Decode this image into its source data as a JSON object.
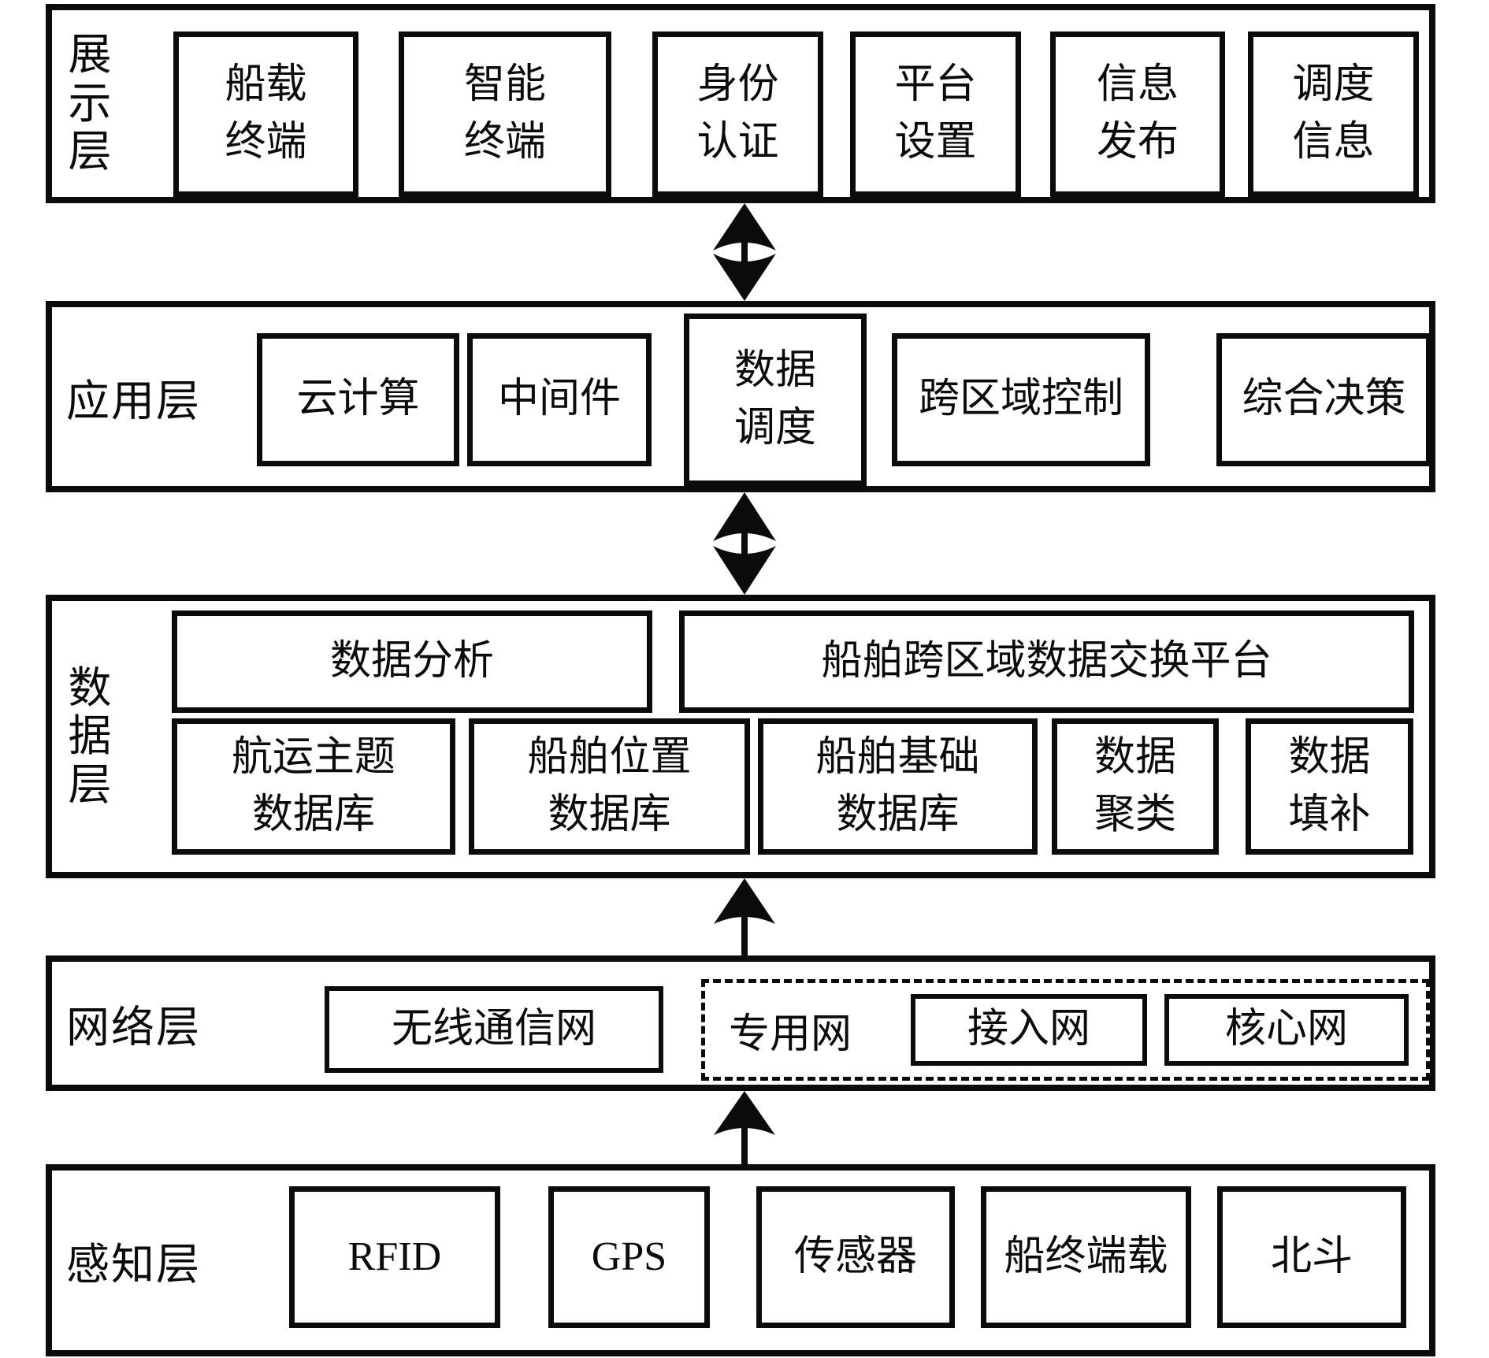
{
  "layers": {
    "display": {
      "label": "展示层",
      "boxes": [
        "船载\n终端",
        "智能\n终端",
        "身份\n认证",
        "平台\n设置",
        "信息\n发布",
        "调度\n信息"
      ]
    },
    "application": {
      "label": "应用层",
      "boxes": [
        "云计算",
        "中间件",
        "数据\n调度",
        "跨区域控制",
        "综合决策"
      ]
    },
    "data": {
      "label": "数据层",
      "top_boxes": [
        "数据分析",
        "船舶跨区域数据交换平台"
      ],
      "bottom_boxes": [
        "航运主题\n数据库",
        "船舶位置\n数据库",
        "船舶基础\n数据库",
        "数据\n聚类",
        "数据\n填补"
      ]
    },
    "network": {
      "label": "网络层",
      "boxes": [
        "无线通信网"
      ],
      "dedicated_group": {
        "label": "专用网",
        "boxes": [
          "接入网",
          "核心网"
        ]
      }
    },
    "perception": {
      "label": "感知层",
      "boxes": [
        "RFID",
        "GPS",
        "传感器",
        "船终端载",
        "北斗"
      ]
    }
  },
  "connectors": [
    {
      "between": "display-application",
      "type": "double-arrow"
    },
    {
      "between": "application-data",
      "type": "double-arrow"
    },
    {
      "between": "network-data",
      "type": "up-arrow"
    },
    {
      "between": "perception-network",
      "type": "up-arrow"
    }
  ],
  "colors": {
    "line": "#0b0b0b",
    "background": "#ffffff"
  }
}
